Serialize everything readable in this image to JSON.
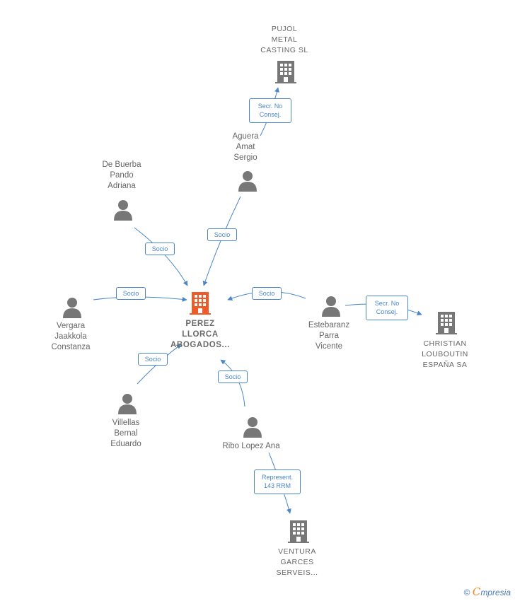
{
  "nodes": {
    "main": {
      "label": "PEREZ\nLLORCA\nABOGADOS...",
      "icon": "building-icon",
      "color": "#f05a28"
    },
    "pujol": {
      "label": "PUJOL\nMETAL\nCASTING SL",
      "icon": "building-icon"
    },
    "aguera": {
      "label": "Aguera\nAmat\nSergio",
      "icon": "person-icon"
    },
    "debuerba": {
      "label": "De Buerba\nPando\nAdriana",
      "icon": "person-icon"
    },
    "vergara": {
      "label": "Vergara\nJaakkola\nConstanza",
      "icon": "person-icon"
    },
    "estebaranz": {
      "label": "Estebaranz\nParra\nVicente",
      "icon": "person-icon"
    },
    "christian": {
      "label": "CHRISTIAN\nLOUBOUTIN\nESPAÑA SA",
      "icon": "building-icon"
    },
    "villellas": {
      "label": "Villellas\nBernal\nEduardo",
      "icon": "person-icon"
    },
    "ribo": {
      "label": "Ribo Lopez Ana",
      "icon": "person-icon"
    },
    "ventura": {
      "label": "VENTURA\nGARCES\nSERVEIS...",
      "icon": "building-icon"
    }
  },
  "edges": {
    "aguera_pujol": "Secr.  No\nConsej.",
    "aguera_main": "Socio",
    "debuerba_main": "Socio",
    "vergara_main": "Socio",
    "estebaranz_main": "Socio",
    "estebaranz_christian": "Secr.  No\nConsej.",
    "villellas_main": "Socio",
    "ribo_main": "Socio",
    "ribo_ventura": "Represent.\n143 RRM"
  },
  "footer": {
    "copyright": "©",
    "brand_first": "C",
    "brand_rest": "mpresia"
  },
  "colors": {
    "edge": "#4a86c8",
    "node": "#777777",
    "main": "#f05a28"
  }
}
